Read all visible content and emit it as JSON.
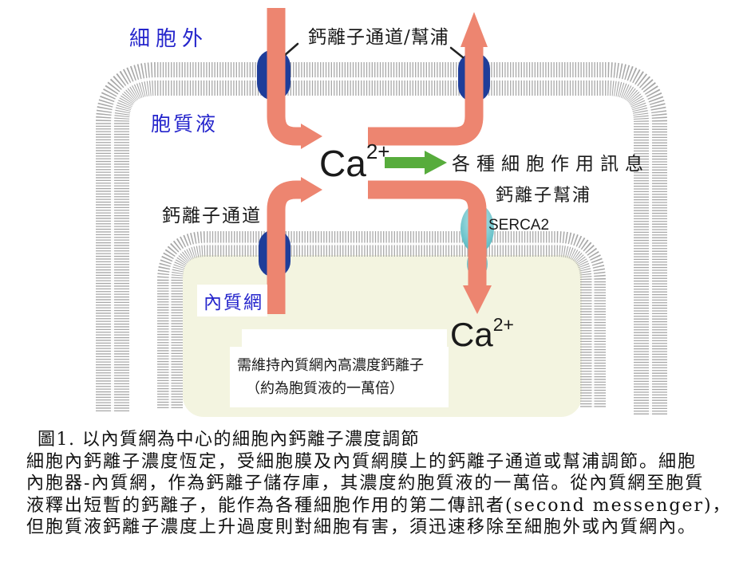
{
  "figure": {
    "labels": {
      "extracellular": "細胞外",
      "cytosol": "胞質液",
      "er_name": "內質網",
      "top_channel_pump": "鈣離子通道/幫浦",
      "er_channel": "鈣離子通道",
      "er_pump": "鈣離子幫浦",
      "serca2": "SERCA2",
      "signal_text": "各種細胞作用訊息",
      "ca_symbol": "Ca",
      "ca_charge": "2+",
      "er_note_line1": "需維持內質網內高濃度鈣離子",
      "er_note_line2": "（約為胞質液的一萬倍）"
    },
    "colors": {
      "arrow_salmon": "#ED8570",
      "arrow_green": "#57AC3C",
      "channel_navy": "#1E3D99",
      "pump_teal": "#4FB6BF",
      "pump_teal_light": "#C6EBEE",
      "er_fill": "#F3F4E0",
      "membrane_gray": "#A8A8A8",
      "label_blue": "#2525CC",
      "text_black": "#1A1A1A"
    }
  },
  "caption": {
    "title_line": "圖1.  以內質網為中心的細胞內鈣離子濃度調節",
    "body_lines": [
      "細胞內鈣離子濃度恆定，受細胞膜及內質網膜上的鈣離子通道或幫浦調節。細胞",
      "內胞器-內質網，作為鈣離子儲存庫，其濃度約胞質液的一萬倍。從內質網至胞質",
      "液釋出短暫的鈣離子，能作為各種細胞作用的第二傳訊者(second messenger)，",
      "但胞質液鈣離子濃度上升過度則對細胞有害，須迅速移除至細胞外或內質網內。"
    ]
  }
}
